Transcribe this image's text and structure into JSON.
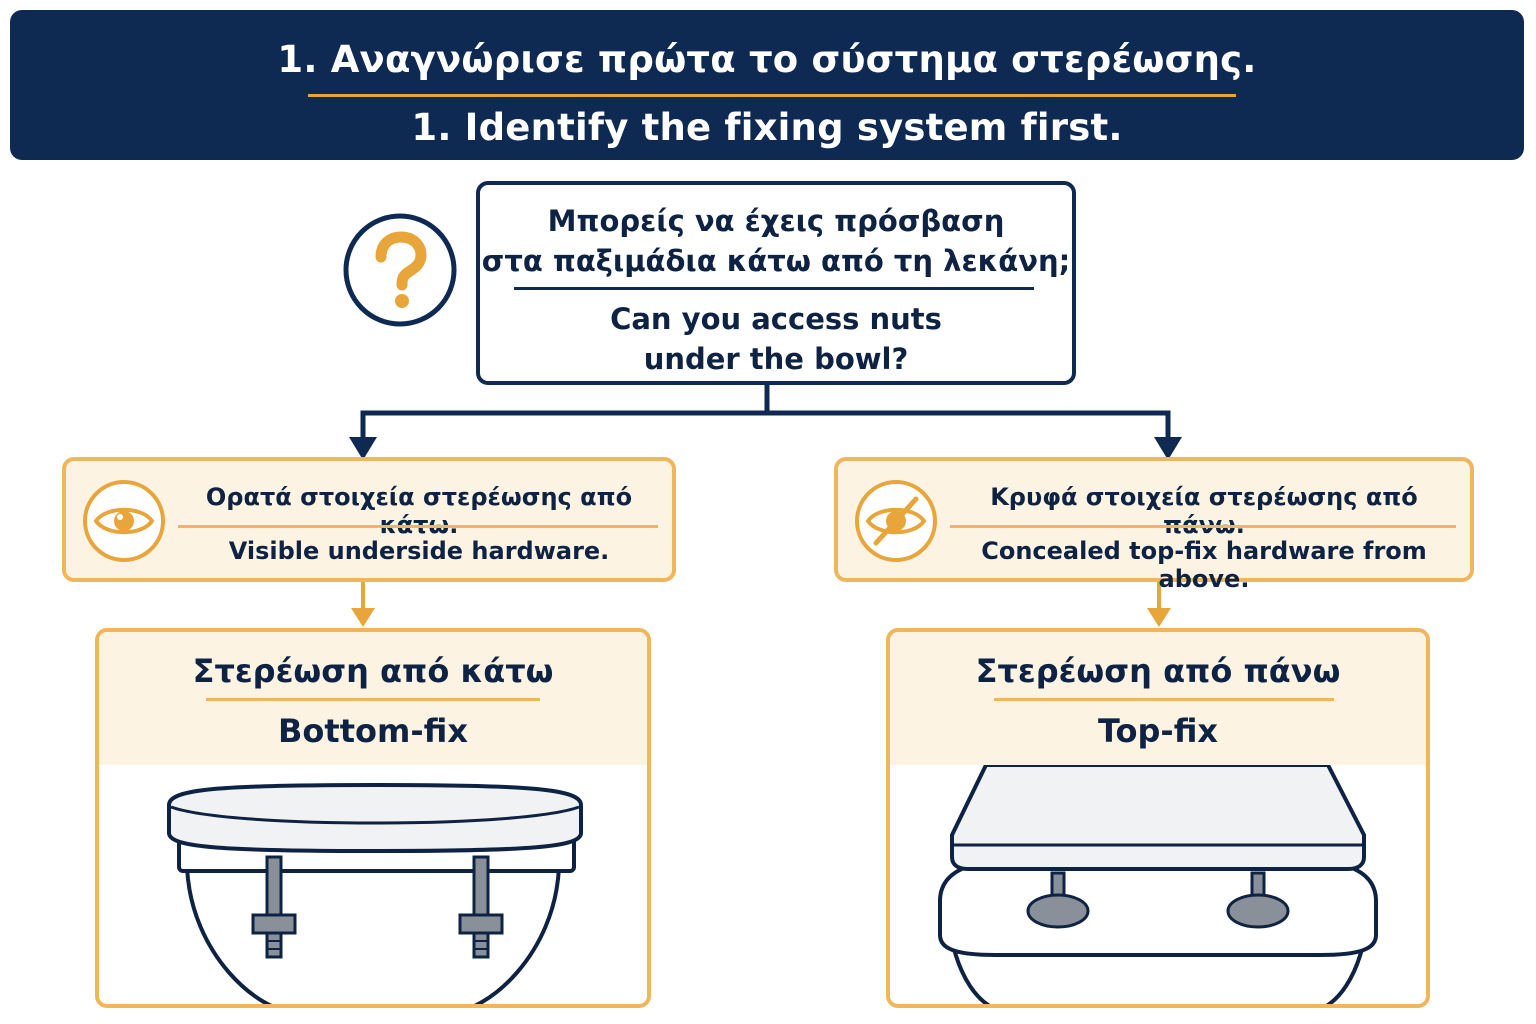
{
  "header": {
    "title_greek": "1. Αναγνώρισε πρώτα το σύστημα στερέωσης.",
    "title_english": "1. Identify the fixing system first."
  },
  "question": {
    "icon": "question-mark-icon",
    "text_greek_line1": "Μπορείς να έχεις πρόσβαση",
    "text_greek_line2": "στα παξιμάδια κάτω από τη λεκάνη;",
    "text_english_line1": "Can you access nuts",
    "text_english_line2": "under the bowl?"
  },
  "options": [
    {
      "icon": "eye-icon",
      "label_greek": "Ορατά στοιχεία στερέωσης από κάτω.",
      "label_english": "Visible underside hardware."
    },
    {
      "icon": "eye-slash-icon",
      "label_greek": "Κρυφά στοιχεία στερέωσης από πάνω.",
      "label_english": "Concealed top-fix hardware from above."
    }
  ],
  "results": [
    {
      "title_greek": "Στερέωση από κάτω",
      "title_english": "Bottom-fix"
    },
    {
      "title_greek": "Στερέωση από πάνω",
      "title_english": "Top-fix"
    }
  ],
  "colors": {
    "navy": "#0f2a52",
    "accent_orange": "#e8a53a",
    "option_border": "#f0b65a",
    "option_fill": "#fdf3e3"
  }
}
